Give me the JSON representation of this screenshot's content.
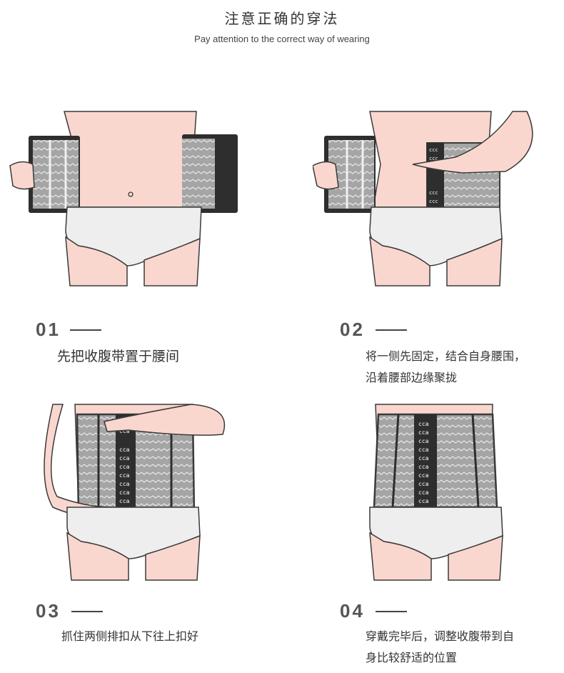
{
  "page": {
    "title_cn": "注意正确的穿法",
    "title_en": "Pay attention to the correct way of wearing"
  },
  "colors": {
    "skin": "#f9d7cf",
    "outline": "#3a3a3a",
    "belt_gray": "#a5a5a5",
    "belt_dark": "#444444",
    "underwear": "#eeeeee"
  },
  "steps": [
    {
      "number": "01",
      "lines": [
        "先把收腹带置于腰间"
      ]
    },
    {
      "number": "02",
      "lines": [
        "将一侧先固定，结合自身腰围，",
        "沿着腰部边缘聚拢"
      ]
    },
    {
      "number": "03",
      "lines": [
        "抓住两侧排扣从下往上扣好"
      ]
    },
    {
      "number": "04",
      "lines": [
        "穿戴完毕后，调整收腹带到自",
        "身比较舒适的位置"
      ]
    }
  ]
}
